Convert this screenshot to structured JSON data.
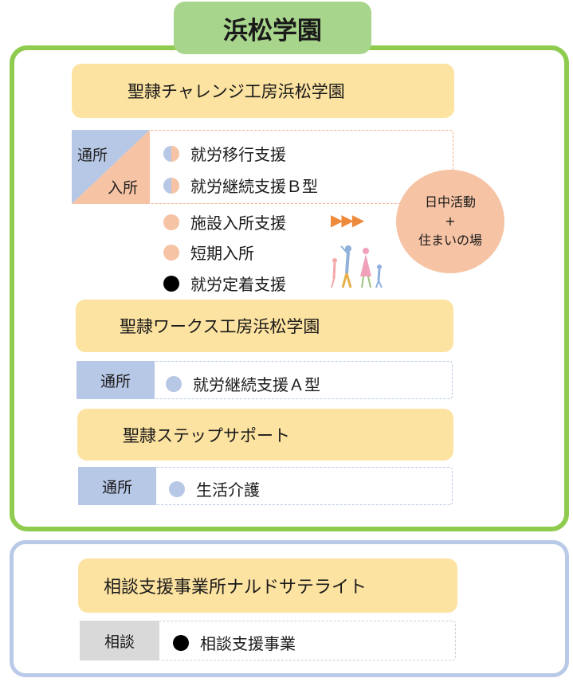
{
  "title": "浜松学園",
  "challenge": {
    "name": "聖隷チャレンジ工房浜松学園",
    "label_top": "通所",
    "label_bottom": "入所",
    "services_both": [
      "就労移行支援",
      "就労継続支援Ｂ型"
    ],
    "services_residential": [
      "施設入所支援",
      "短期入所"
    ],
    "service_retention": "就労定着支援",
    "arrows": "▶▶▶",
    "circle_line1": "日中活動",
    "circle_line2": "+",
    "circle_line3": "住まいの場"
  },
  "works": {
    "name": "聖隷ワークス工房浜松学園",
    "label": "通所",
    "service": "就労継続支援Ａ型"
  },
  "step": {
    "name": "聖隷ステップサポート",
    "label": "通所",
    "service": "生活介護"
  },
  "consult": {
    "name": "相談支援事業所ナルドサテライト",
    "label": "相談",
    "service": "相談支援事業"
  },
  "colors": {
    "green_frame": "#8fcb4f",
    "title_tab": "#a8d58c",
    "facility_box": "#fde3a1",
    "day_label": "#b7c7e6",
    "residential": "#f6c3a4",
    "arrows": "#ee8a3c",
    "blue_frame": "#b9c9e8"
  },
  "icons": [
    "half-circle-icon",
    "blue-dot-icon",
    "peach-dot-icon",
    "black-dot-icon",
    "play-arrows-icon",
    "people-walking-icon"
  ]
}
